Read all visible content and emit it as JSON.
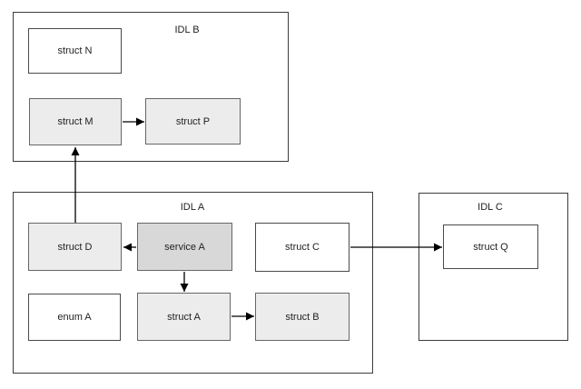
{
  "diagram": {
    "containers": {
      "idl_b": {
        "label": "IDL B"
      },
      "idl_a": {
        "label": "IDL A"
      },
      "idl_c": {
        "label": "IDL C"
      }
    },
    "nodes": {
      "struct_n": {
        "label": "struct N",
        "container": "IDL B",
        "fill": "white"
      },
      "struct_m": {
        "label": "struct M",
        "container": "IDL B",
        "fill": "light-gray"
      },
      "struct_p": {
        "label": "struct P",
        "container": "IDL B",
        "fill": "light-gray"
      },
      "struct_d": {
        "label": "struct D",
        "container": "IDL A",
        "fill": "light-gray"
      },
      "service_a": {
        "label": "service A",
        "container": "IDL A",
        "fill": "gray"
      },
      "struct_c": {
        "label": "struct C",
        "container": "IDL A",
        "fill": "white"
      },
      "enum_a": {
        "label": "enum A",
        "container": "IDL A",
        "fill": "white"
      },
      "struct_a": {
        "label": "struct A",
        "container": "IDL A",
        "fill": "light-gray"
      },
      "struct_b": {
        "label": "struct B",
        "container": "IDL A",
        "fill": "light-gray"
      },
      "struct_q": {
        "label": "struct Q",
        "container": "IDL C",
        "fill": "white"
      }
    },
    "edges": [
      {
        "from": "struct M",
        "to": "struct P"
      },
      {
        "from": "struct D",
        "to": "struct M"
      },
      {
        "from": "service A",
        "to": "struct D"
      },
      {
        "from": "service A",
        "to": "struct A"
      },
      {
        "from": "struct A",
        "to": "struct B"
      },
      {
        "from": "struct C",
        "to": "struct Q"
      }
    ],
    "colors": {
      "background": "#ffffff",
      "container_border": "#3c3c3c",
      "node_border": "#666666",
      "node_fill_white": "#ffffff",
      "node_fill_light_gray": "#ececec",
      "node_fill_gray": "#d8d8d8",
      "arrow": "#000000",
      "text": "#1f1f1f"
    }
  }
}
